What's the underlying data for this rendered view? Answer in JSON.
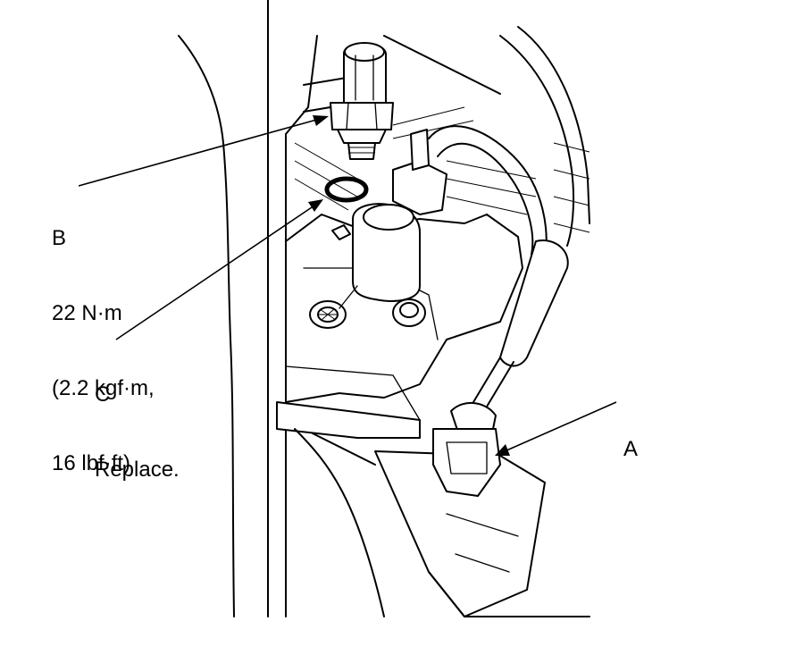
{
  "callouts": {
    "b": {
      "letter": "B",
      "torque_nm": "22 N·m",
      "torque_kgfm": "(2.2 kgf·m,",
      "torque_lbfft": "16 lbf·ft)"
    },
    "c": {
      "letter": "C",
      "note": "Replace."
    },
    "a": {
      "letter": "A"
    }
  }
}
